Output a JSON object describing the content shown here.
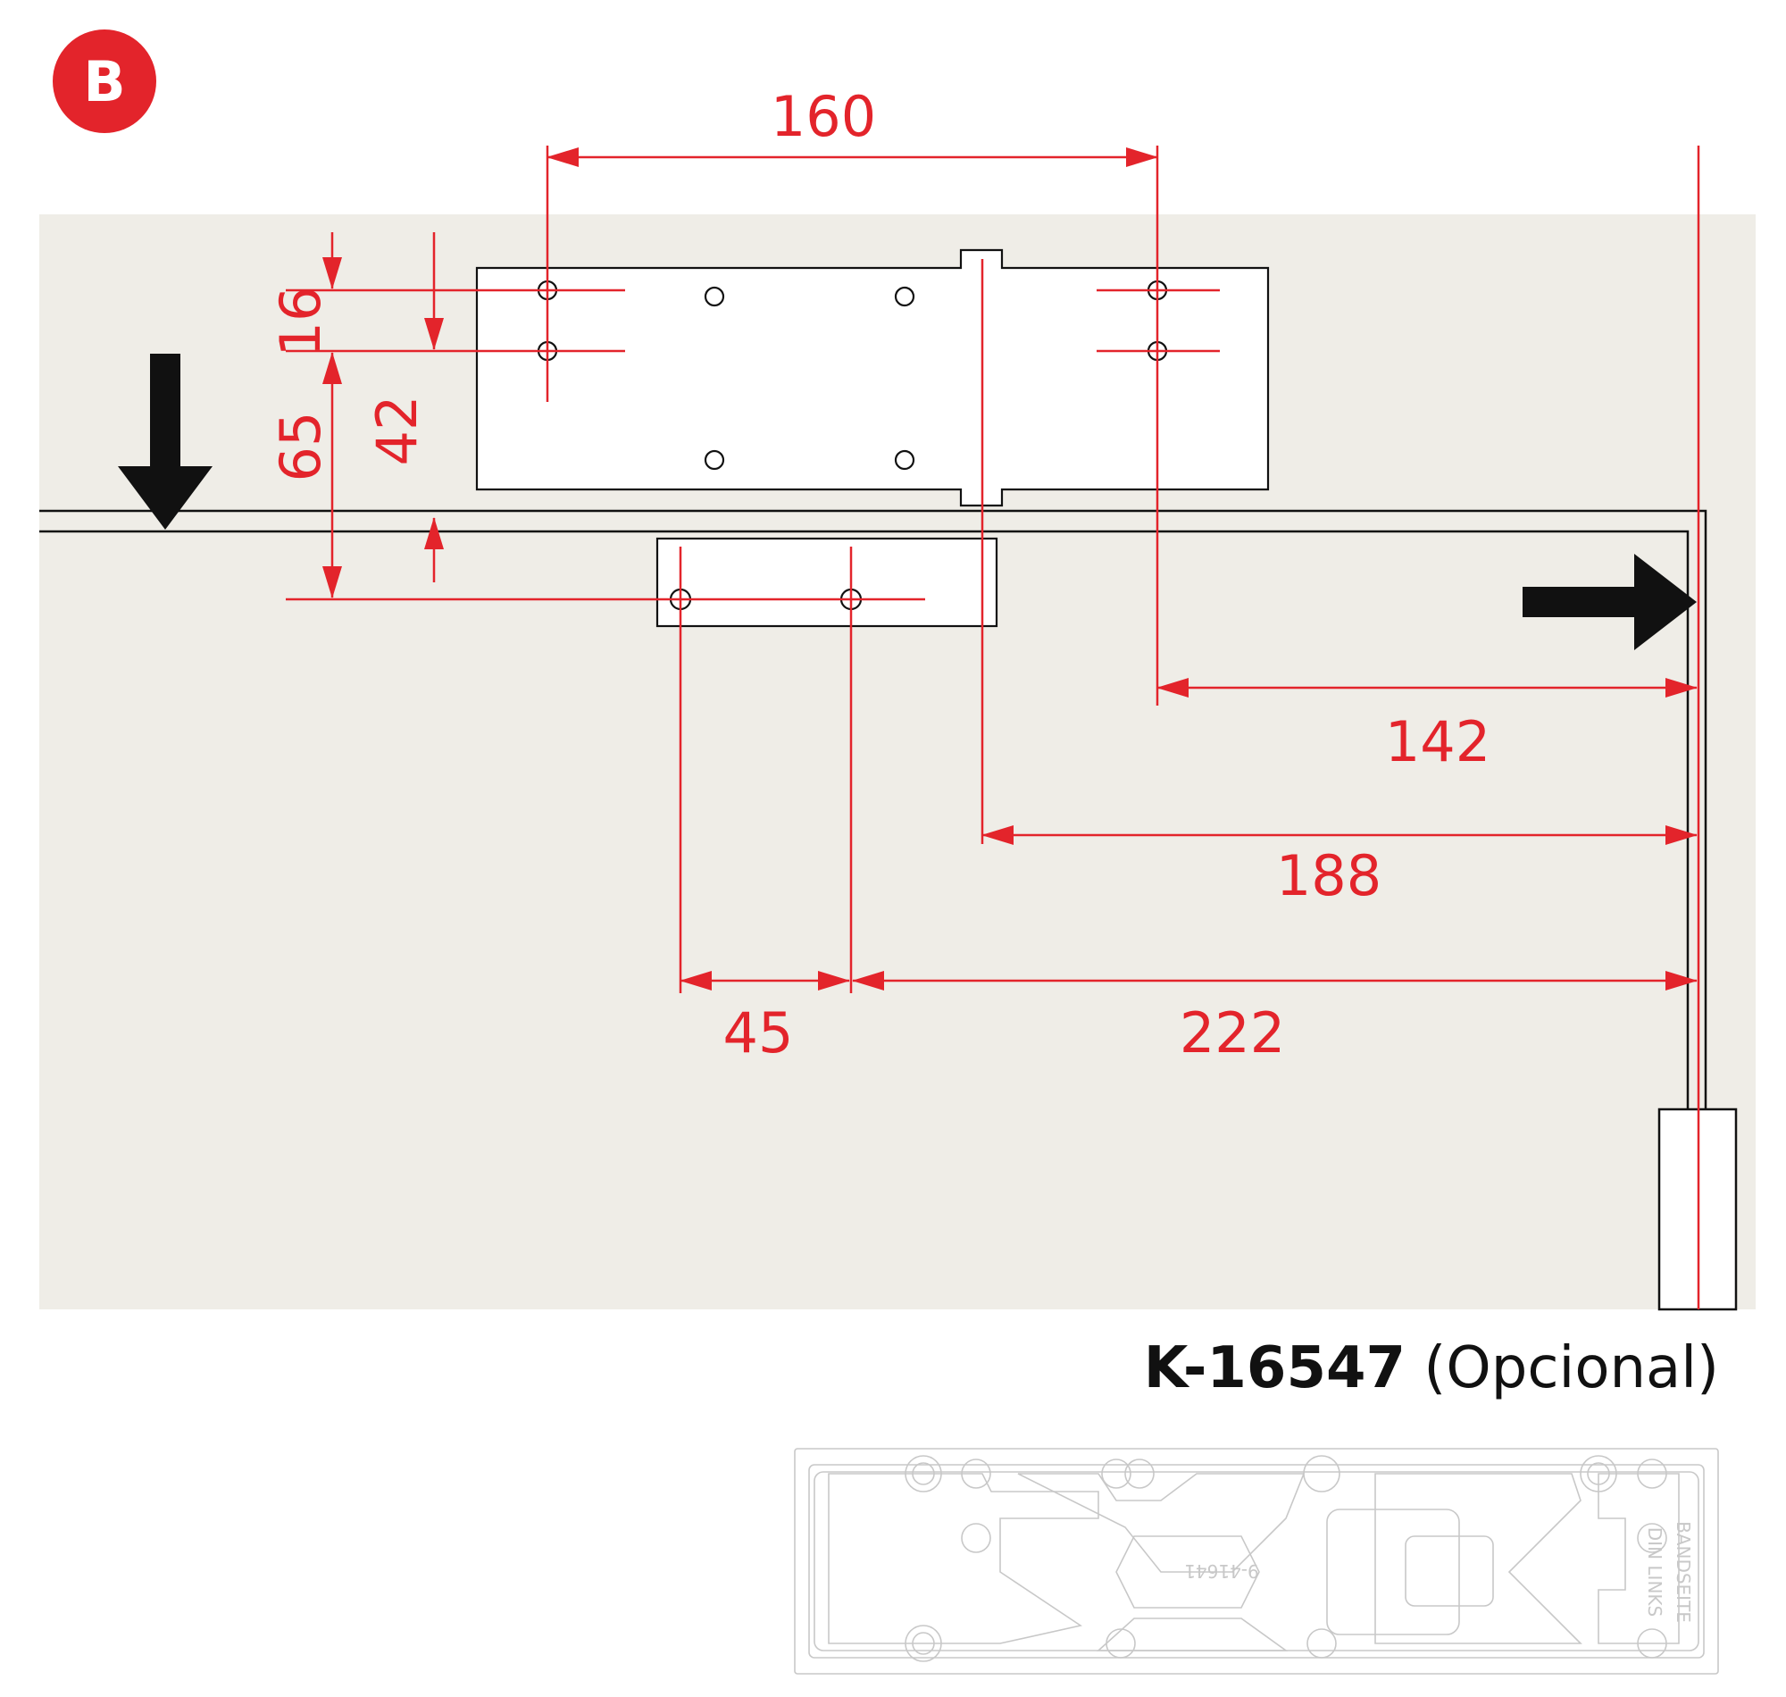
{
  "badge": {
    "letter": "B",
    "color": "#e3242b"
  },
  "dimensions": {
    "d160": "160",
    "d16": "16",
    "d65": "65",
    "d42": "42",
    "d142": "142",
    "d188": "188",
    "d222": "222",
    "d45": "45"
  },
  "caption": {
    "code": "K-16547",
    "note": "(Opcional)"
  },
  "plate": {
    "text_1": "9-41641",
    "text_2": "BANDSEITE",
    "text_3": "DIN LINKS"
  },
  "colors": {
    "dimension": "#e3242b",
    "panel": "#efede7",
    "plate_outline": "#c8c8c8"
  },
  "icons": [
    "arrow-down-icon",
    "arrow-right-icon"
  ]
}
